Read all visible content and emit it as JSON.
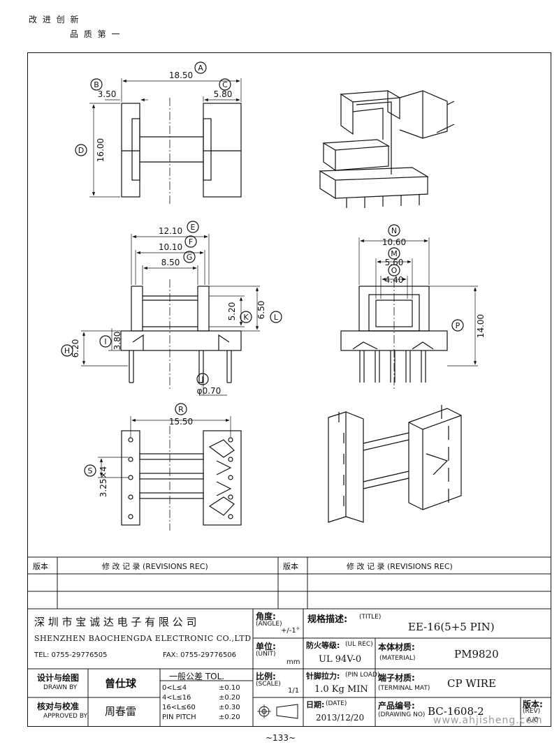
{
  "header": {
    "slogan_line1": "改 进 创 新",
    "slogan_line2": "品 质 第 一"
  },
  "top_view": {
    "dims": [
      "18.50",
      "3.50",
      "5.80",
      "16.00"
    ],
    "callouts": [
      "A",
      "B",
      "C",
      "D"
    ]
  },
  "front_view": {
    "dims": [
      "12.10",
      "10.10",
      "8.50",
      "5.20",
      "6.50",
      "6.20",
      "3.80",
      "φ0.70"
    ],
    "callouts": [
      "E",
      "F",
      "G",
      "K",
      "L",
      "H",
      "I",
      "J"
    ]
  },
  "side_view": {
    "dims": [
      "10.60",
      "5.60",
      "4.40",
      "14.00"
    ],
    "callouts": [
      "N",
      "M",
      "O",
      "P"
    ]
  },
  "bottom_view": {
    "dims": [
      "15.50",
      "3.25×4"
    ],
    "callouts": [
      "R",
      "S"
    ]
  },
  "revisions": {
    "col1": "版本",
    "col2": "修 改 记 录  (REVISIONS REC)",
    "col3": "版本",
    "col4": "修 改 记 录  (REVISIONS REC)"
  },
  "title_block": {
    "company_cn": "深 圳 市 宝 诚 达 电 子 有 限 公 司",
    "company_en": "SHENZHEN BAOCHENGDA ELECTRONIC CO.,LTD",
    "tel": "TEL: 0755-29776505",
    "fax": "FAX: 0755-29776506",
    "angle_label": "角度:",
    "angle_sub": "(ANGLE)",
    "angle_value": "+/-1°",
    "unit_label": "单位:",
    "unit_sub": "(UNIT)",
    "unit_value": "mm",
    "scale_label": "比例:",
    "scale_sub": "(SCALE)",
    "scale_value": "1/1",
    "title_label": "规格描述:",
    "title_sub": "(TITLE)",
    "title_value": "EE-16(5+5 PIN)",
    "ul_label": "防火等级:",
    "ul_sub": "(UL REC)",
    "ul_value": "UL 94V-0",
    "material_label": "本体材质:",
    "material_sub": "(MATERIAL)",
    "material_value": "PM9820",
    "pinload_label": "针脚拉力:",
    "pinload_sub": "(PIN LOAD)",
    "pinload_value": "1.0 Kg MIN",
    "terminal_label": "端子材质:",
    "terminal_sub": "(TERMINAL MAT)",
    "terminal_value": "CP WIRE",
    "date_label": "日期:",
    "date_sub": "(DATE)",
    "date_value": "2013/12/20",
    "drawno_label": "产品编号:",
    "drawno_sub": "(DRAWING NO)",
    "drawno_value": "BC-1608-2",
    "rev_label": "版本:",
    "rev_sub": "(REV)",
    "rev_value": "A/0",
    "drawn_label": "设计与绘图",
    "drawn_sub": "DRAWN BY",
    "drawn_name": "曾仕球",
    "approved_label": "核对与校准",
    "approved_sub": "APPROVED BY",
    "approved_name": "周春雷",
    "tol_title": "一般公差 TOL.",
    "tol_rows": [
      {
        "range": "0<L≤4",
        "value": "±0.10"
      },
      {
        "range": "4<L≤16",
        "value": "±0.20"
      },
      {
        "range": "16<L≤60",
        "value": "±0.30"
      },
      {
        "range": "PIN PITCH",
        "value": "±0.20"
      }
    ]
  },
  "watermark": "www.ahjisheng.com",
  "page_number": "~133~"
}
